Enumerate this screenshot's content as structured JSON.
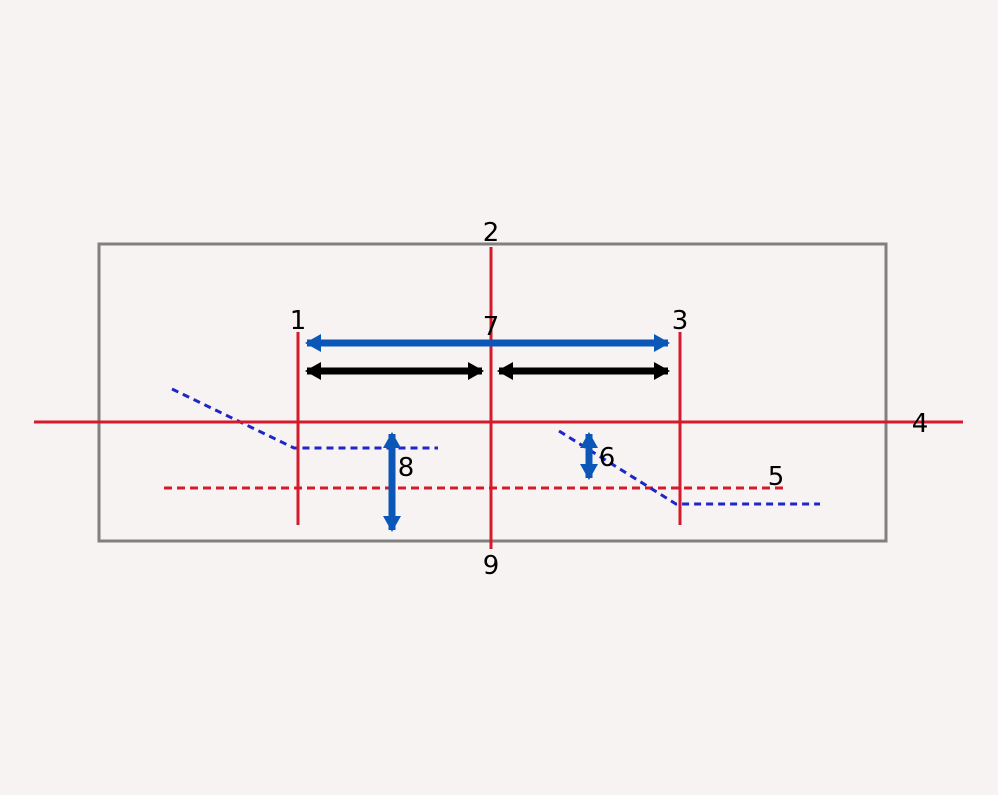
{
  "colors": {
    "background": "#f7f3f2",
    "frame": "#808080",
    "red": "#d41a2b",
    "blue_dashed": "#1e26c8",
    "blue_arrow": "#0b57b8",
    "black_arrow": "#000000"
  },
  "labels": {
    "l1": "1",
    "l2": "2",
    "l3": "3",
    "l4": "4",
    "l5": "5",
    "l6": "6",
    "l7": "7",
    "l8": "8",
    "l9": "9"
  }
}
